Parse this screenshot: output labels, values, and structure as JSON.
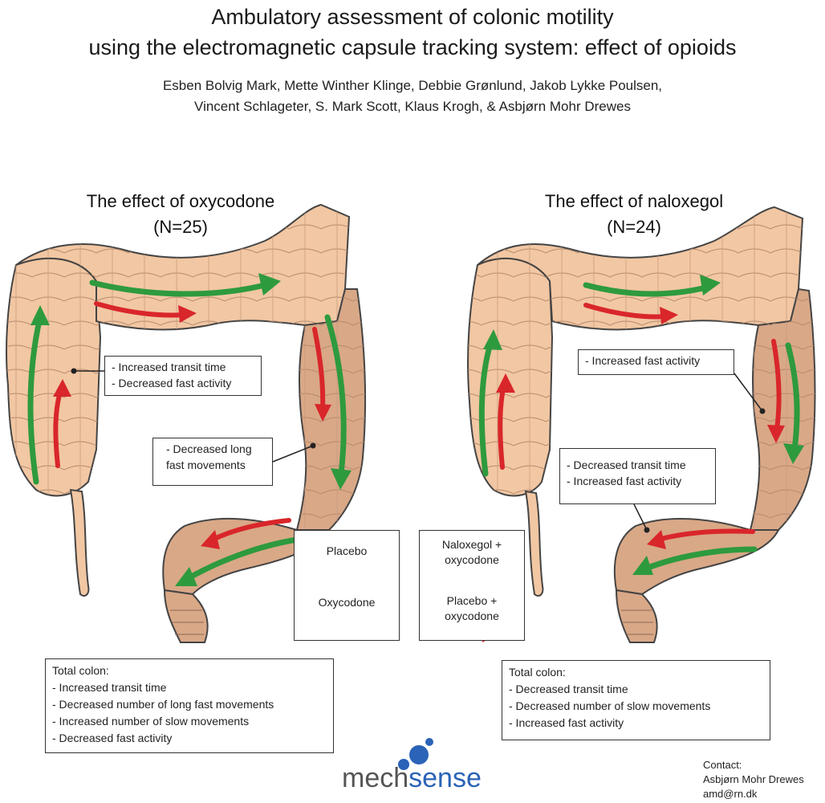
{
  "header": {
    "title_line1": "Ambulatory assessment of colonic motility",
    "title_line2": "using the electromagnetic capsule tracking system: effect of opioids",
    "authors_line1": "Esben Bolvig Mark, Mette Winther Klinge, Debbie Grønlund, Jakob Lykke Poulsen,",
    "authors_line2": "Vincent Schlageter, S. Mark Scott, Klaus Krogh, & Asbjørn Mohr Drewes"
  },
  "left_panel": {
    "title": "The effect of oxycodone",
    "n": "(N=25)",
    "callout_ascending": [
      "- Increased transit time",
      "- Decreased fast activity"
    ],
    "callout_descending": [
      "- Decreased long",
      "fast movements"
    ],
    "summary": [
      "Total colon:",
      "- Increased transit time",
      "- Decreased number of long fast movements",
      "- Increased number of slow movements",
      "- Decreased fast activity"
    ]
  },
  "right_panel": {
    "title": "The effect of naloxegol",
    "n": "(N=24)",
    "callout_descending": [
      "- Increased fast activity"
    ],
    "callout_rectosigmoid": [
      "- Decreased transit time",
      "- Increased fast activity"
    ],
    "summary": [
      "Total colon:",
      "- Decreased transit time",
      "- Decreased number of slow movements",
      "- Increased fast activity"
    ]
  },
  "legend_left": {
    "green_label": "Placebo",
    "red_label": "Oxycodone"
  },
  "legend_right": {
    "green_label_1": "Naloxegol +",
    "green_label_2": "oxycodone",
    "red_label_1": "Placebo +",
    "red_label_2": "oxycodone"
  },
  "colors": {
    "green": "#2e9a3e",
    "red": "#d9262b",
    "colon": "#f2c7a3",
    "colon_dark": "#d9a887",
    "outline": "#444444",
    "logo_blue": "#2a63b7"
  },
  "logo": {
    "part1": "mech",
    "part2": "sense"
  },
  "contact": {
    "heading": "Contact:",
    "name": "Asbjørn Mohr Drewes",
    "email": "amd@rn.dk"
  }
}
